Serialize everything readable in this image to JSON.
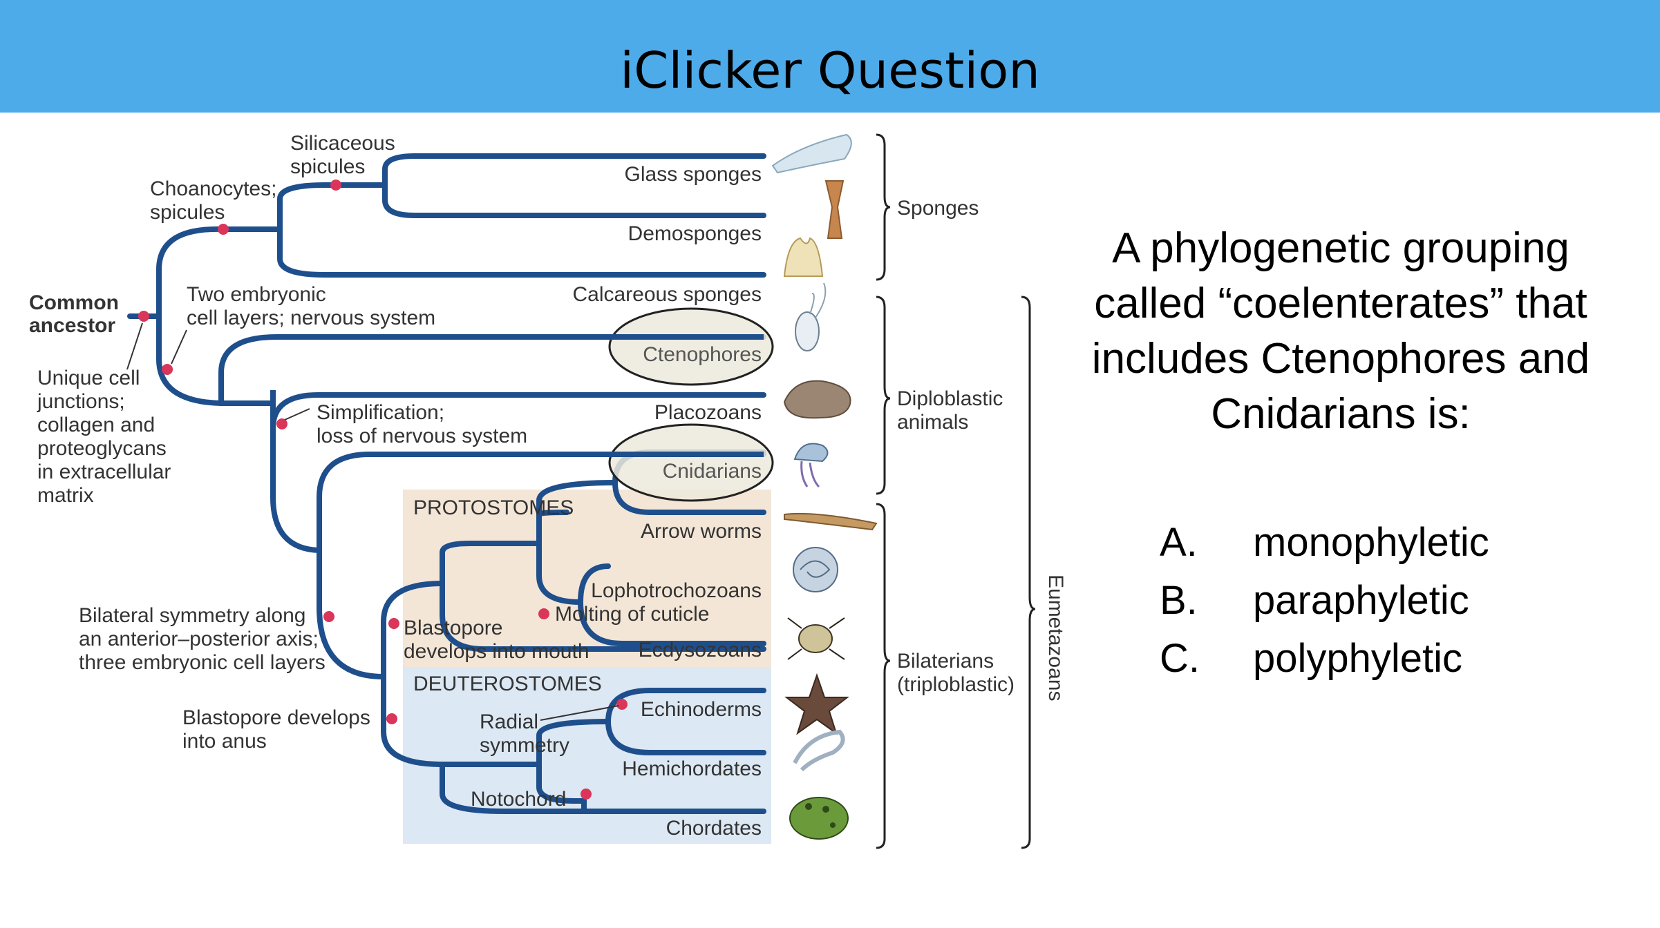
{
  "slide": {
    "title": "iClicker Question",
    "question": "A phylogenetic grouping called “coelenterates” that includes Ctenophores and Cnidarians is:",
    "options": [
      {
        "letter": "A.",
        "text": "monophyletic"
      },
      {
        "letter": "B.",
        "text": "paraphyletic"
      },
      {
        "letter": "C.",
        "text": "polyphyletic"
      }
    ]
  },
  "colors": {
    "title_bar": "#4eabea",
    "branch": "#1e4f8c",
    "node": "#d9365a",
    "protostome_bg": "#f3e6d6",
    "deuterostome_bg": "#dce8f3",
    "highlight_ellipse": "#ece9dc"
  },
  "tree": {
    "root_label": [
      "Common",
      "ancestor"
    ],
    "root_note": [
      "Unique cell",
      "junctions;",
      "collagen and",
      "proteoglycans",
      "in extracellular",
      "matrix"
    ],
    "choanocytes": [
      "Choanocytes;",
      "spicules"
    ],
    "silicaceous": [
      "Silicaceous",
      "spicules"
    ],
    "two_layers": [
      "Two embryonic",
      "cell layers; nervous system"
    ],
    "simplification": [
      "Simplification;",
      "loss of nervous system"
    ],
    "bilateral": [
      "Bilateral symmetry along",
      "an anterior–posterior axis;",
      "three embryonic cell layers"
    ],
    "blastopore_anus": [
      "Blastopore develops",
      "into anus"
    ],
    "blastopore_mouth": [
      "Blastopore",
      "develops into mouth"
    ],
    "molting": "Molting of cuticle",
    "radial": [
      "Radial",
      "symmetry"
    ],
    "notochord": "Notochord",
    "protostomes": "PROTOSTOMES",
    "deuterostomes": "DEUTEROSTOMES",
    "taxa": {
      "glass": "Glass sponges",
      "demo": "Demosponges",
      "calc": "Calcareous sponges",
      "cteno": "Ctenophores",
      "placo": "Placozoans",
      "cnid": "Cnidarians",
      "arrow": "Arrow worms",
      "lopho": "Lophotrochozoans",
      "ecdy": "Ecdysozoans",
      "echino": "Echinoderms",
      "hemi": "Hemichordates",
      "chord": "Chordates"
    },
    "groups": {
      "sponges": "Sponges",
      "diplo": [
        "Diploblastic",
        "animals"
      ],
      "bilat": [
        "Bilaterians",
        "(triploblastic)"
      ],
      "eumeta": "Eumetazoans"
    }
  }
}
